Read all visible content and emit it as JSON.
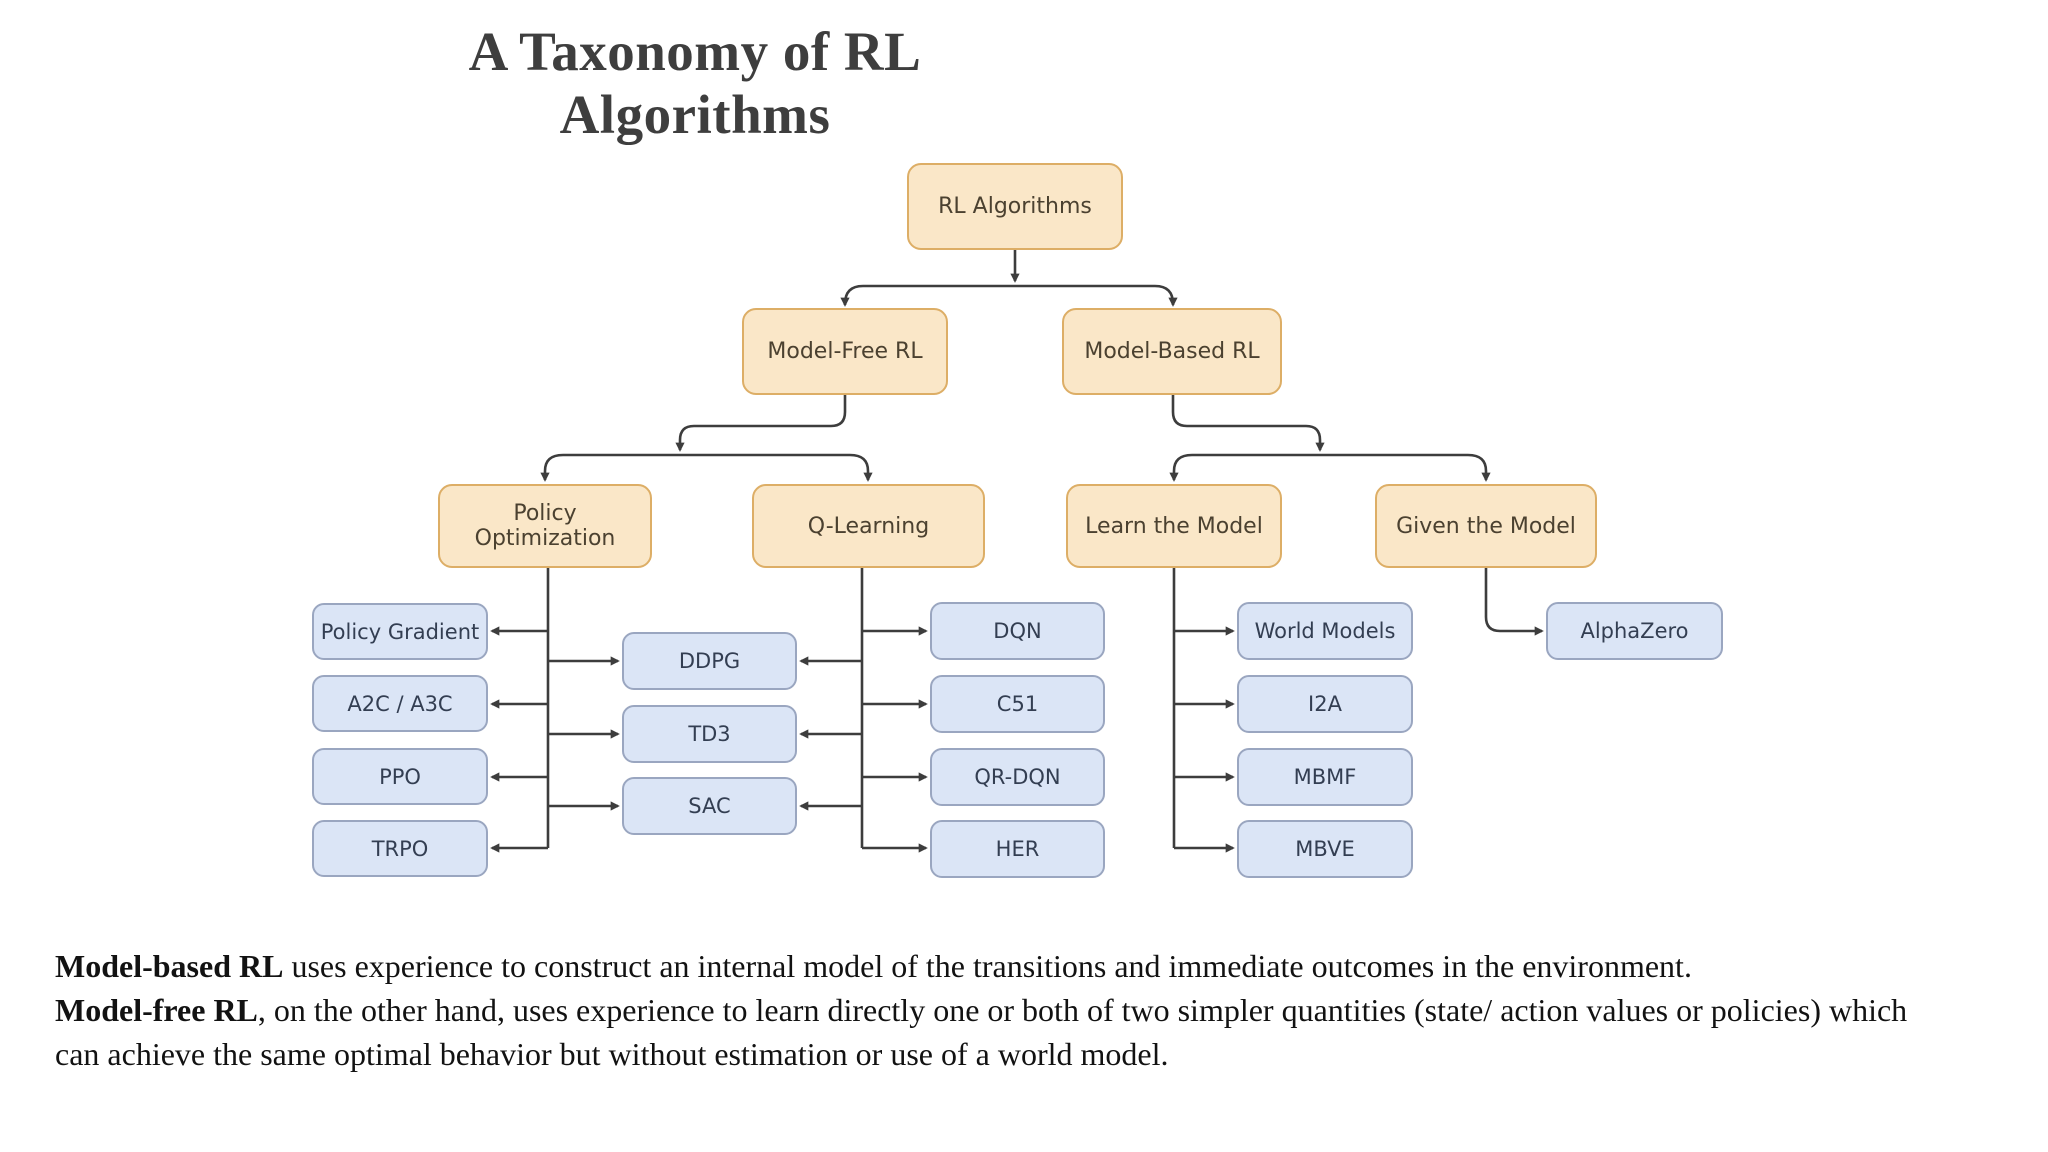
{
  "title": "A Taxonomy of RL Algorithms",
  "nodes": {
    "rl_algorithms": "RL Algorithms",
    "model_free": "Model-Free RL",
    "model_based": "Model-Based RL",
    "policy_optimization": "Policy Optimization",
    "q_learning": "Q-Learning",
    "learn_the_model": "Learn the Model",
    "given_the_model": "Given the Model",
    "policy_gradient": "Policy Gradient",
    "a2c_a3c": "A2C / A3C",
    "ppo": "PPO",
    "trpo": "TRPO",
    "ddpg": "DDPG",
    "td3": "TD3",
    "sac": "SAC",
    "dqn": "DQN",
    "c51": "C51",
    "qr_dqn": "QR-DQN",
    "her": "HER",
    "world_models": "World Models",
    "i2a": "I2A",
    "mbmf": "MBMF",
    "mbve": "MBVE",
    "alphazero": "AlphaZero"
  },
  "caption": {
    "p1_bold": "Model-based RL",
    "p1_rest": " uses experience to construct an internal model of the transitions and immediate outcomes in the environment.",
    "p2_bold": "Model-free RL",
    "p2_rest": ", on the other hand, uses experience to learn directly one or both of two simpler quantities (state/ action values or policies) which can achieve the same optimal behavior but without estimation or use of a world model."
  },
  "colors": {
    "category_fill": "#fae7c8",
    "category_border": "#ddae66",
    "algorithm_fill": "#dbe5f6",
    "algorithm_border": "#9aa6c0",
    "connector": "#3d3d3d"
  }
}
